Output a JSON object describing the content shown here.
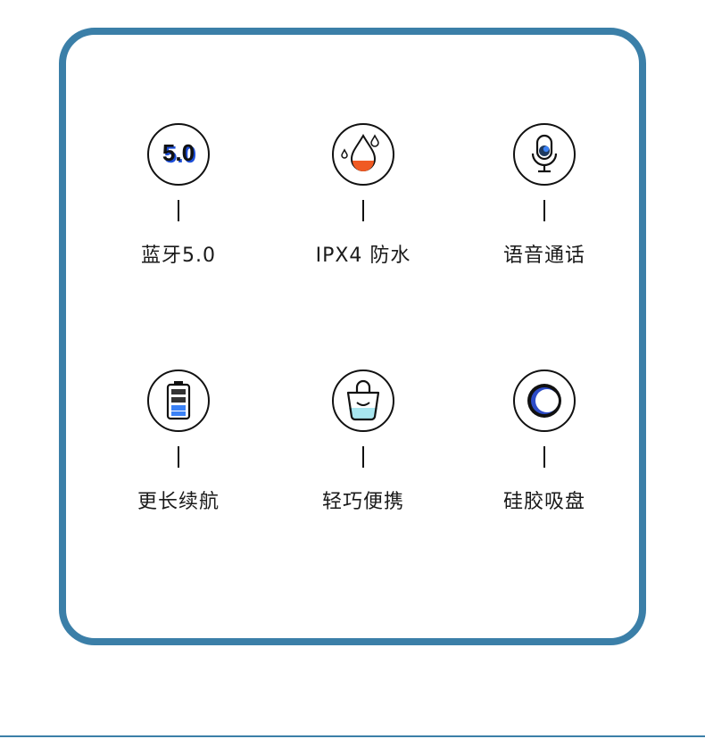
{
  "panel": {
    "border_color": "#3b7fa8",
    "features": [
      {
        "label": "蓝牙5.0",
        "icon": "bluetooth-5-icon",
        "icon_text": "5.0"
      },
      {
        "label": "IPX4 防水",
        "icon": "water-drop-icon"
      },
      {
        "label": "语音通话",
        "icon": "microphone-icon"
      },
      {
        "label": "更长续航",
        "icon": "battery-icon"
      },
      {
        "label": "轻巧便携",
        "icon": "bag-icon"
      },
      {
        "label": "硅胶吸盘",
        "icon": "suction-cup-icon"
      }
    ]
  },
  "colors": {
    "accent_blue": "#1d4ed8",
    "water_orange": "#f05a23",
    "battery_blue": "#3b82f6",
    "bag_cyan": "#a8e6ef",
    "ring_blue": "#2d4cc8"
  }
}
